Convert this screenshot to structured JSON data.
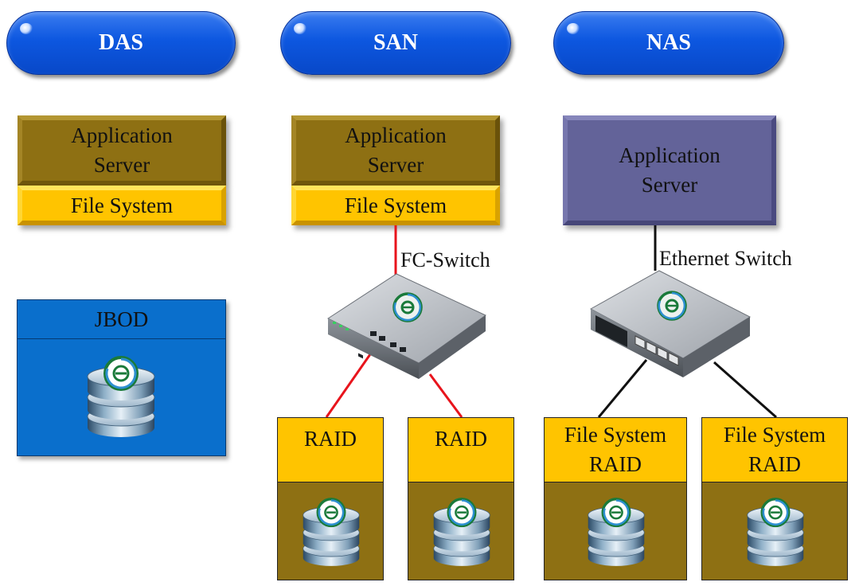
{
  "columns": {
    "das": {
      "title": "DAS",
      "server": [
        "Application",
        "Server"
      ],
      "file_system": "File System",
      "storage": "JBOD"
    },
    "san": {
      "title": "SAN",
      "server": [
        "Application",
        "Server"
      ],
      "file_system": "File System",
      "switch": "FC-Switch",
      "raid_left": "RAID",
      "raid_right": "RAID"
    },
    "nas": {
      "title": "NAS",
      "server": [
        "Application",
        "Server"
      ],
      "switch": "Ethernet Switch",
      "storage_left": [
        "File System",
        "RAID"
      ],
      "storage_right": [
        "File System",
        "RAID"
      ]
    }
  },
  "colors": {
    "pill_blue": "#0d57e0",
    "olive": "#8e7013",
    "yellow": "#ffc400",
    "purple": "#636399",
    "jbod_blue": "#0a6fcc",
    "fc_link": "#e8141c",
    "ethernet_link": "#111111"
  },
  "icons": [
    "database-icon",
    "fc-switch-icon",
    "ethernet-switch-icon"
  ]
}
